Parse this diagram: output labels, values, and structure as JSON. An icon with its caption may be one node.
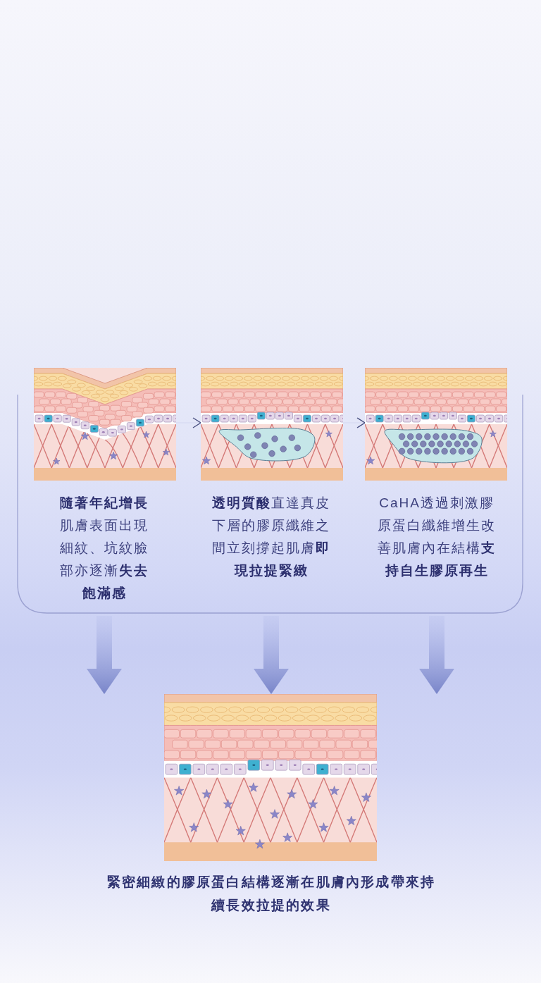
{
  "diagram": {
    "nodes": [
      {
        "text": [],
        "shape": "picture"
      },
      {
        "text": [],
        "shape": "picture"
      },
      {
        "text": [],
        "shape": "picture"
      },
      {
        "text": [
          "**隨著年紀增長**肌膚表面出現細紋、坑紋臉部亦逐漸**失去飽滿感**"
        ]
      },
      {
        "text": [
          "**透明質酸**直達真皮下層的膠原纖維之間立刻撐起肌膚**即現拉提緊緻**"
        ]
      },
      {
        "text": [
          "CaHA透過刺激膠原蛋白纖維增生改善肌膚內在結構**支持自生膠原再生**"
        ]
      },
      {
        "text": [],
        "shape": "picture"
      }
    ],
    "edges": [
      {
        "from": 0,
        "to": 1,
        "arrow": "to"
      },
      {
        "from": 1,
        "to": 2,
        "arrow": "to"
      },
      {
        "from": 3,
        "to": 6,
        "arrow": "to"
      },
      {
        "from": 4,
        "to": 6,
        "arrow": "to"
      },
      {
        "from": 5,
        "to": 6,
        "arrow": "to"
      }
    ],
    "labels": [
      "緊密細緻的膠原蛋白結構逐漸在肌膚內形成帶來持續長效拉提的效果"
    ]
  }
}
